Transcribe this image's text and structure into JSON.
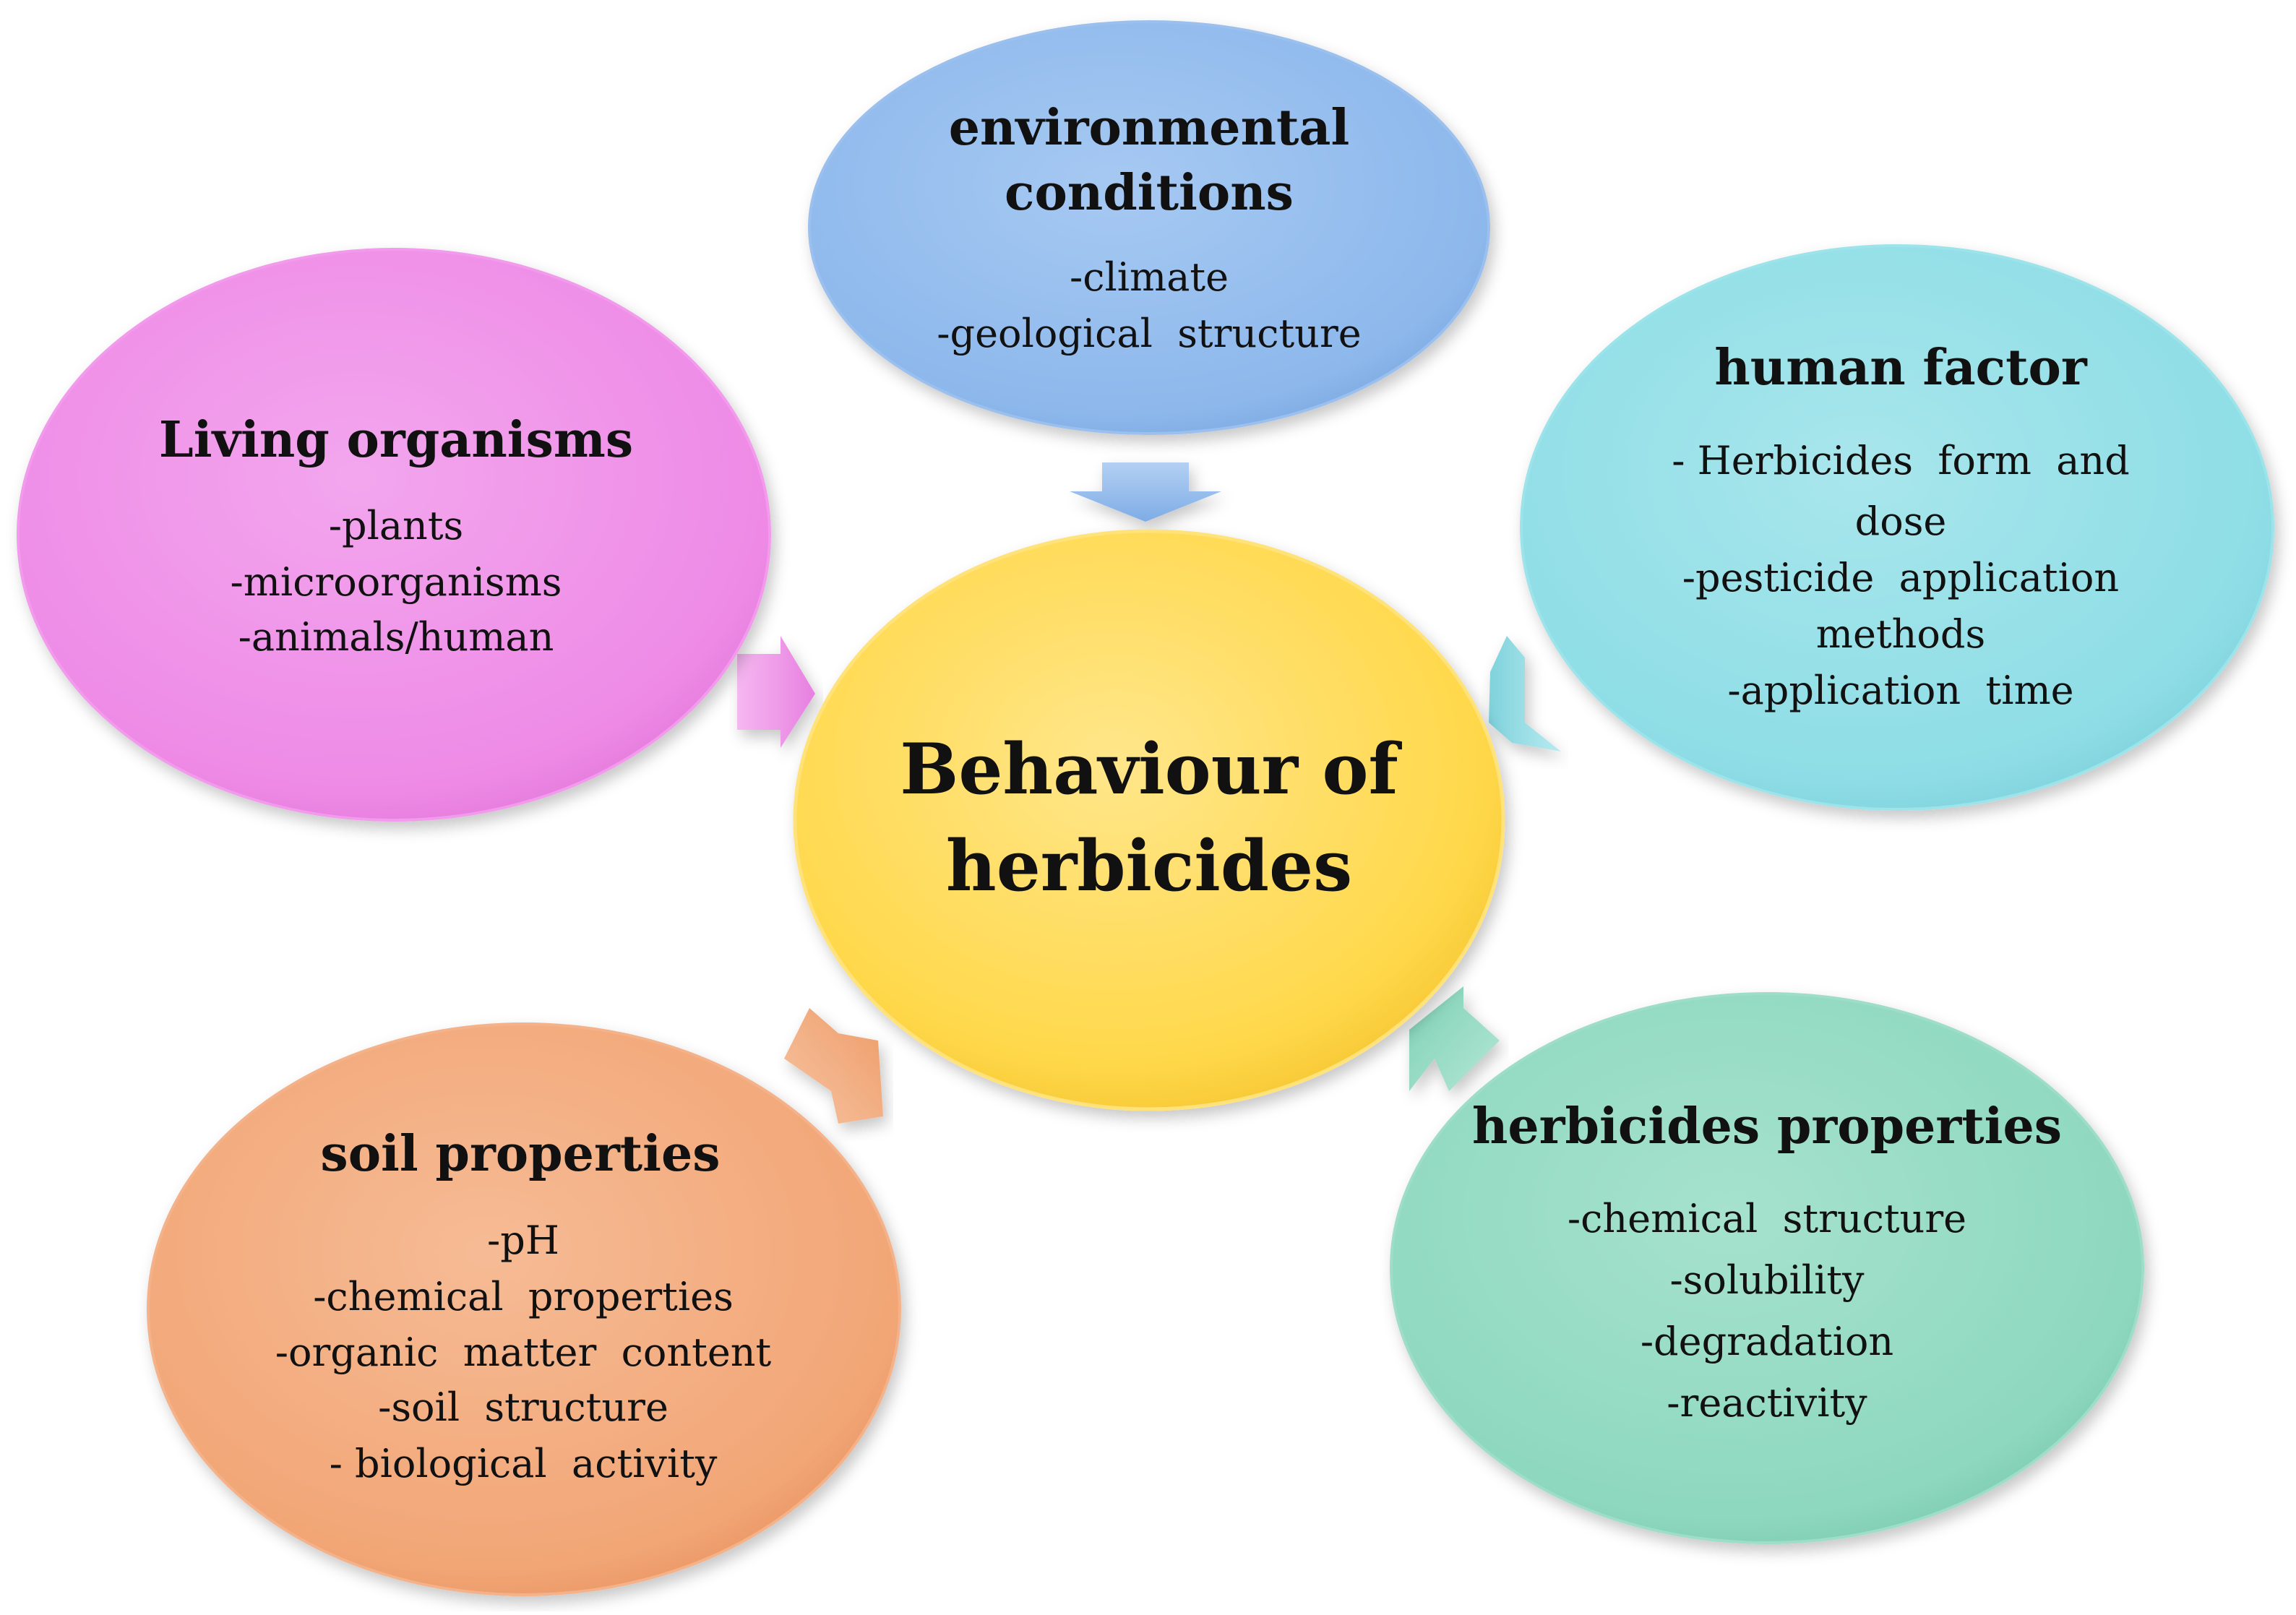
{
  "center": {
    "title_line1": "Behaviour of",
    "title_line2": "herbicides",
    "color": "#FFD84A"
  },
  "nodes": {
    "environmental": {
      "title_line1": "environmental",
      "title_line2": "conditions",
      "items": [
        "-climate",
        "-geological  structure"
      ],
      "color": "#8DB8EC"
    },
    "living": {
      "title": "Living organisms",
      "items": [
        "-plants",
        "-microorganisms",
        "-animals/human"
      ],
      "color": "#EE8AE6"
    },
    "human": {
      "title": "human factor",
      "items": [
        "- Herbicides  form  and",
        "dose",
        "-pesticide  application",
        "methods",
        "-application  time"
      ],
      "color": "#8EDDE6"
    },
    "soil": {
      "title": "soil properties",
      "items": [
        "-pH",
        "-chemical  properties",
        "-organic  matter  content",
        "-soil  structure",
        "- biological  activity"
      ],
      "color": "#F2A676"
    },
    "herbprops": {
      "title": "herbicides properties",
      "items": [
        "-chemical  structure",
        "-solubility",
        "-degradation",
        "-reactivity"
      ],
      "color": "#8ED8BF"
    }
  }
}
